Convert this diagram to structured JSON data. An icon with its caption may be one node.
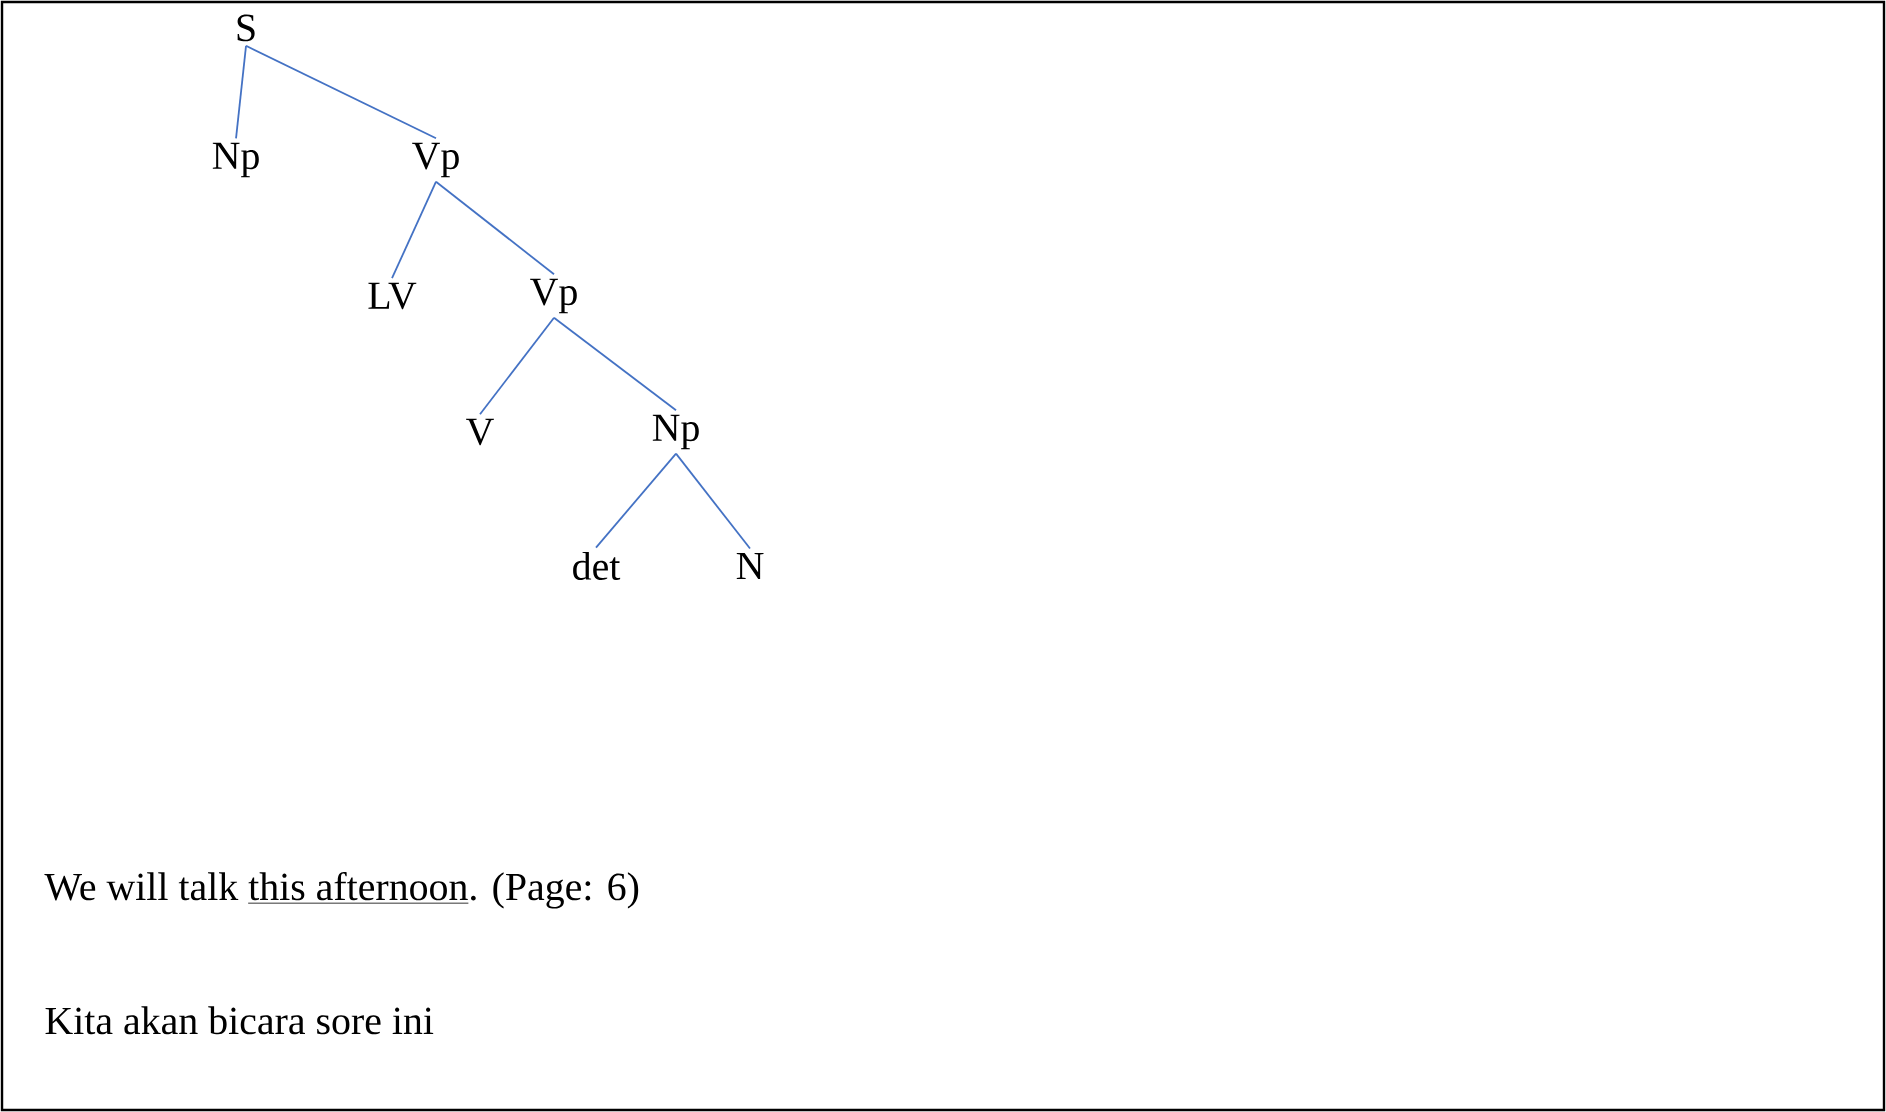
{
  "diagram": {
    "nodes": [
      {
        "text": [
          "S"
        ]
      },
      {
        "text": [
          "Np"
        ]
      },
      {
        "text": [
          "Vp"
        ]
      },
      {
        "text": [
          "LV"
        ]
      },
      {
        "text": [
          "Vp"
        ]
      },
      {
        "text": [
          "V"
        ]
      },
      {
        "text": [
          "Np"
        ]
      },
      {
        "text": [
          "det"
        ]
      },
      {
        "text": [
          "N"
        ]
      }
    ],
    "edges": [
      {
        "from": 0,
        "to": 1,
        "arrow": "none"
      },
      {
        "from": 0,
        "to": 2,
        "arrow": "none"
      },
      {
        "from": 2,
        "to": 3,
        "arrow": "none"
      },
      {
        "from": 2,
        "to": 4,
        "arrow": "none"
      },
      {
        "from": 4,
        "to": 5,
        "arrow": "none"
      },
      {
        "from": 4,
        "to": 6,
        "arrow": "none"
      },
      {
        "from": 6,
        "to": 7,
        "arrow": "none"
      },
      {
        "from": 6,
        "to": 8,
        "arrow": "none"
      }
    ],
    "labels": [
      "We will talk",
      "this afternoon",
      ". (Page: 6)",
      "Kita akan bicara sore ini"
    ]
  }
}
